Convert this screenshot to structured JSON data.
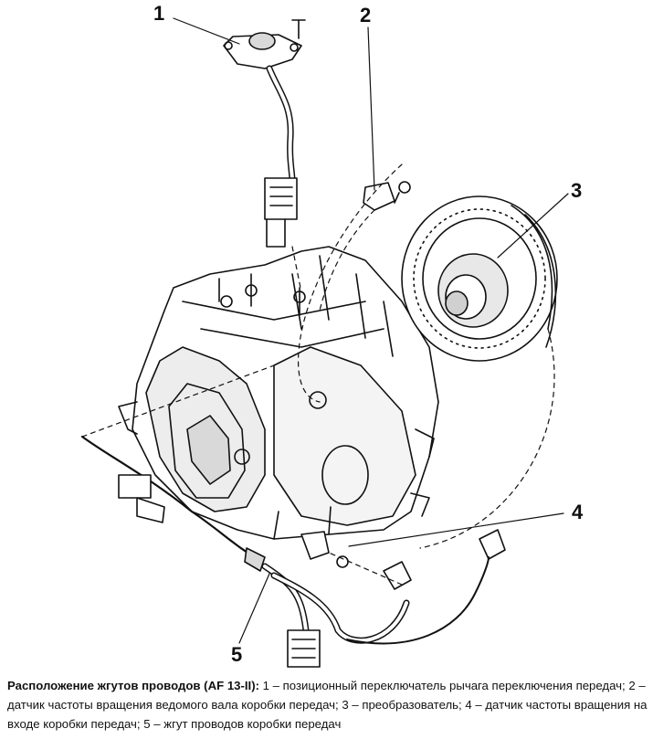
{
  "callouts": [
    "1",
    "2",
    "3",
    "4",
    "5"
  ],
  "caption": {
    "title": "Расположение жгутов проводов (AF 13-II):",
    "text": " 1 – позиционный переключатель рычага переключения передач; 2 – датчик частоты вращения ведомого вала коробки передач; 3 – преобразователь; 4 – датчик частоты вращения на входе коробки передач; 5 – жгут проводов коробки передач"
  },
  "colors": {
    "ink": "#111111",
    "background": "#ffffff",
    "shade": "#d9d9d9"
  }
}
